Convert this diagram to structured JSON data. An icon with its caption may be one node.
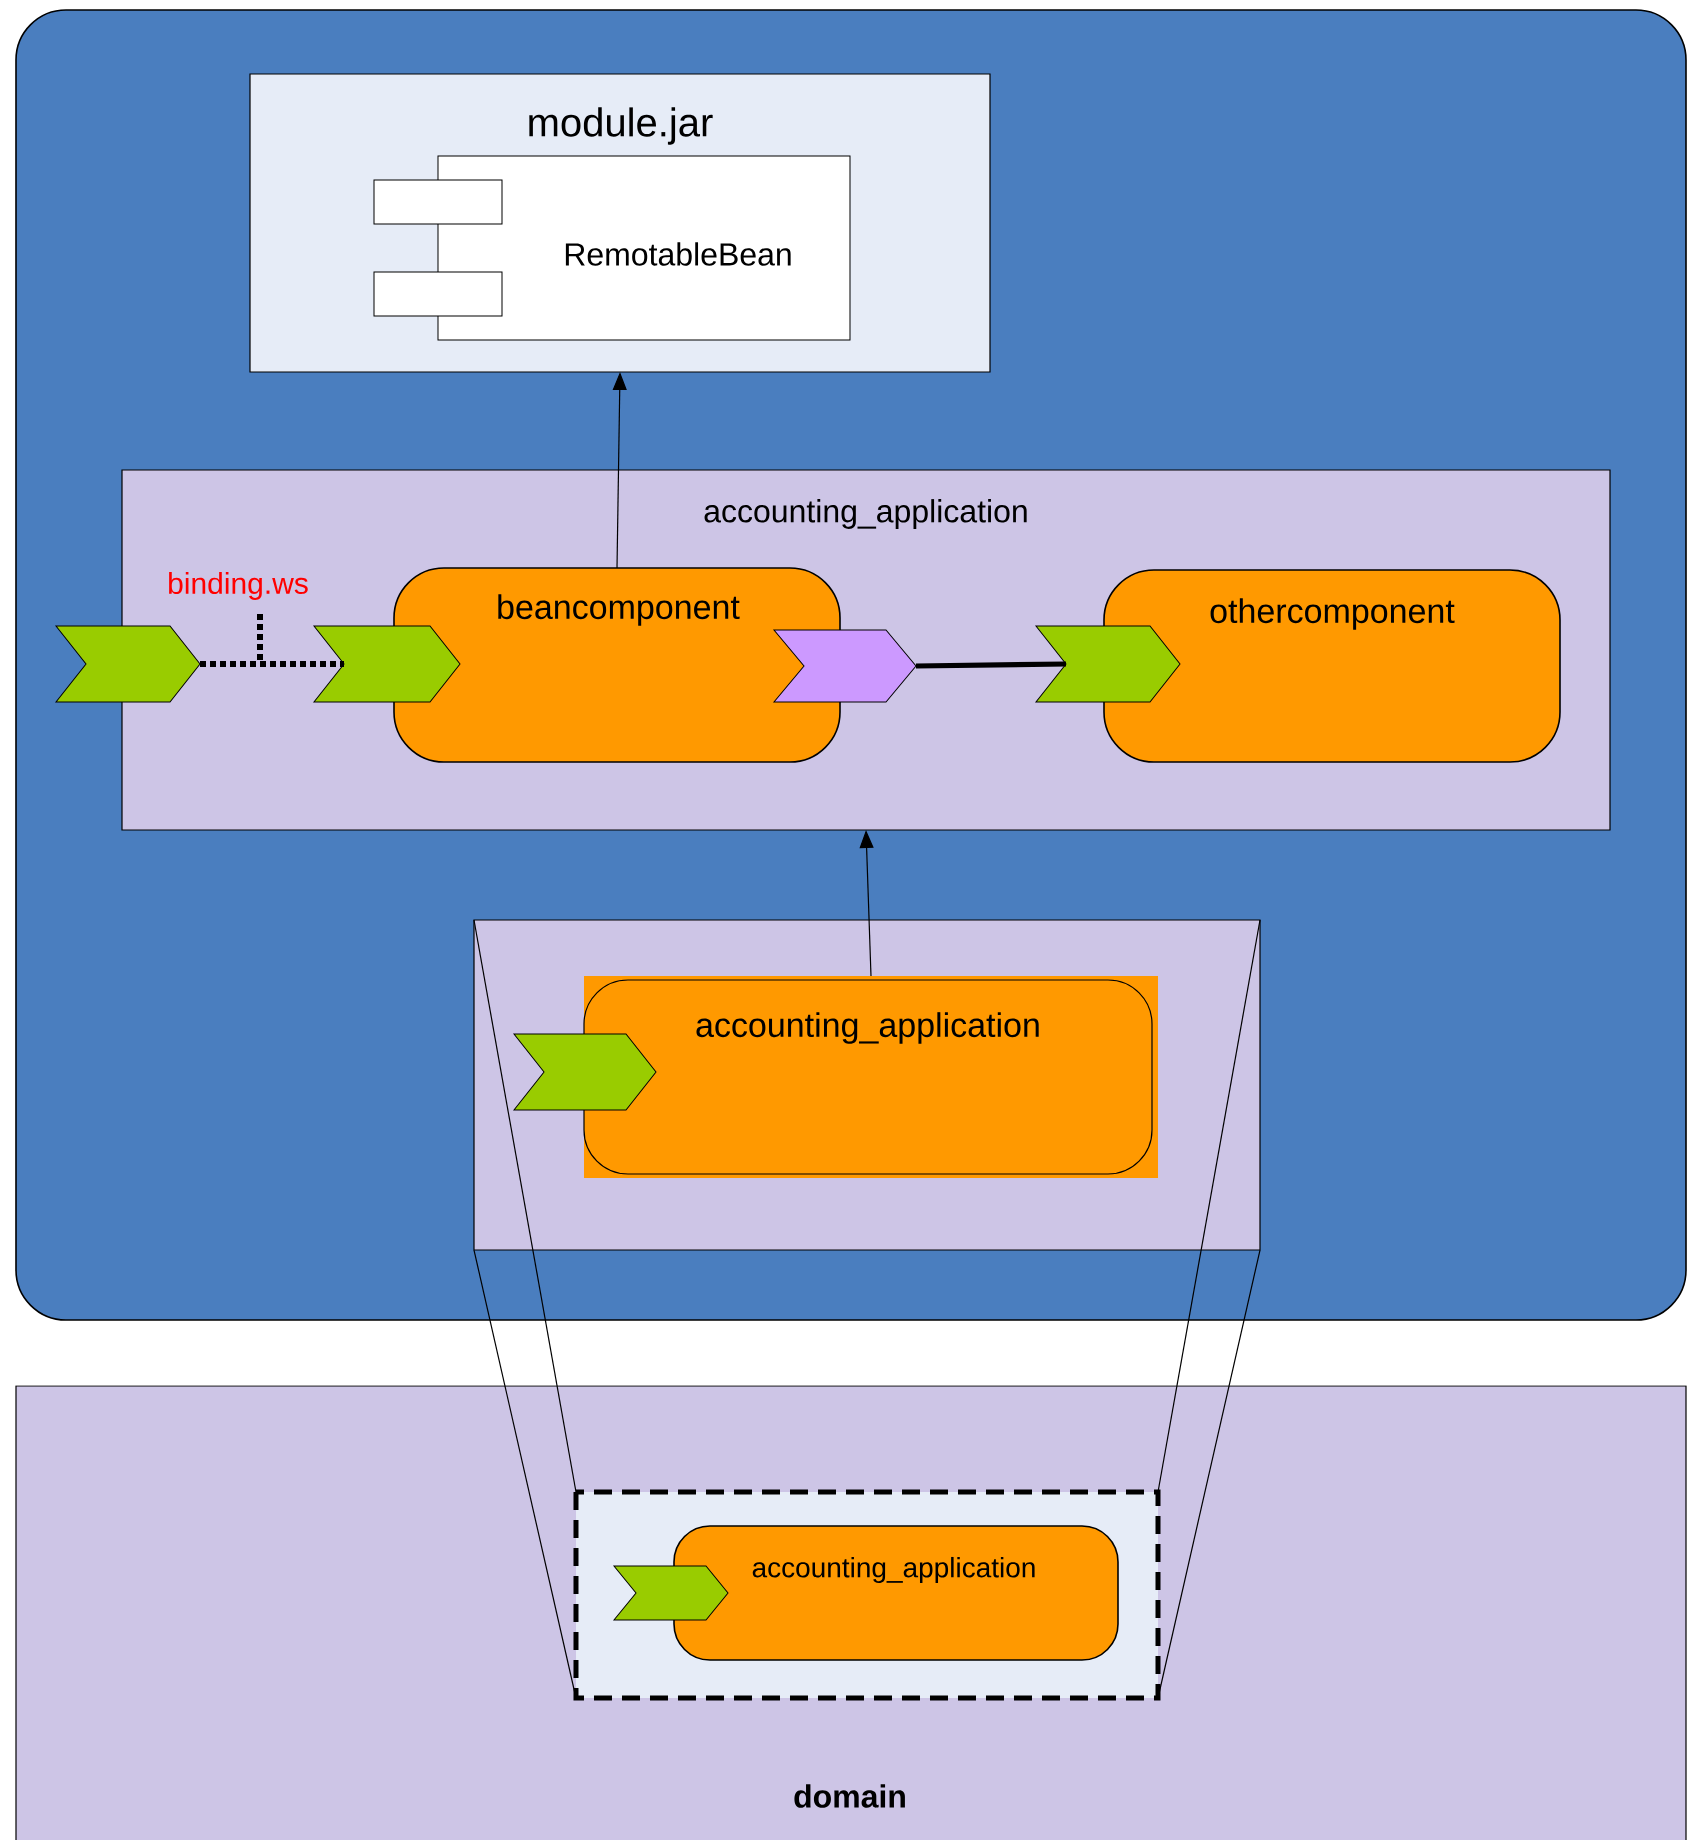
{
  "diagram": {
    "nodes": [
      {
        "text": [],
        "shape": "box"
      },
      {
        "text": [
          "module.jar"
        ],
        "in": 0
      },
      {
        "text": [
          "RemotableBean"
        ],
        "in": 1
      },
      {
        "text": [
          "accounting_application"
        ],
        "in": 0
      },
      {
        "text": [],
        "shape": "chevron",
        "in": 0
      },
      {
        "text": [
          "beancomponent"
        ],
        "in": 3
      },
      {
        "text": [],
        "shape": "chevron",
        "in": 3
      },
      {
        "text": [],
        "shape": "chevron",
        "in": 3
      },
      {
        "text": [
          "othercomponent"
        ],
        "in": 3
      },
      {
        "text": [],
        "shape": "chevron",
        "in": 3
      },
      {
        "text": [],
        "shape": "box",
        "in": 0
      },
      {
        "text": [
          "accounting_application"
        ],
        "in": 10
      },
      {
        "text": [],
        "shape": "chevron",
        "in": 10
      },
      {
        "text": [
          "domain"
        ]
      },
      {
        "text": [],
        "shape": "box",
        "in": 13
      },
      {
        "text": [
          "accounting_application"
        ],
        "in": 14
      },
      {
        "text": [],
        "shape": "chevron",
        "in": 14
      }
    ],
    "edges": [
      {
        "from": 5,
        "to": 1,
        "arrow": "to"
      },
      {
        "from": 11,
        "to": 3,
        "arrow": "to"
      },
      {
        "from": 4,
        "to": 6,
        "arrow": "none",
        "label": "binding.ws",
        "style": "dashed"
      },
      {
        "from": 7,
        "to": 9,
        "arrow": "none",
        "style": "thick"
      },
      {
        "from": 10,
        "to": 14,
        "arrow": "none"
      },
      {
        "from": 10,
        "to": 14,
        "arrow": "none"
      },
      {
        "from": 10,
        "to": 14,
        "arrow": "none"
      },
      {
        "from": 10,
        "to": 14,
        "arrow": "none"
      }
    ]
  }
}
